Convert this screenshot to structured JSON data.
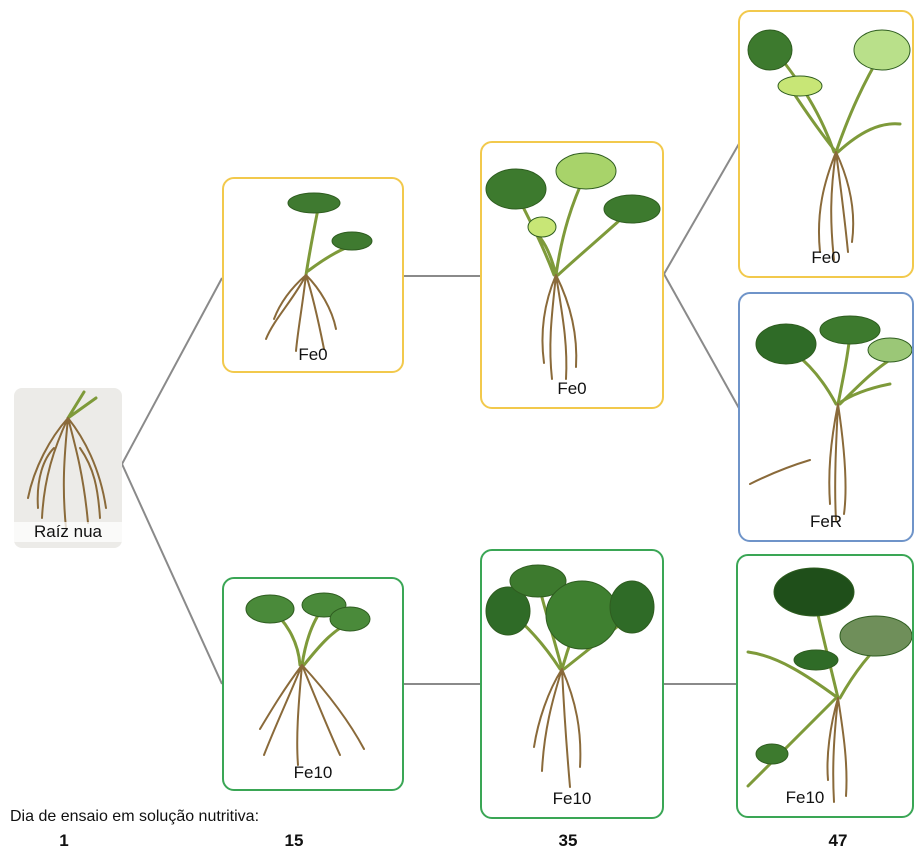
{
  "root_label": "Raíz nua",
  "labels": {
    "fe0": "Fe0",
    "fe10": "Fe10",
    "fer": "FeR"
  },
  "caption": "Dia de ensaio em solução nutritiva:",
  "days": [
    "1",
    "15",
    "35",
    "47"
  ],
  "colors": {
    "fe0_border": "#f2c94c",
    "fe10_border": "#3aa655",
    "fer_border": "#6f94c9",
    "connector": "#8a8a8a"
  }
}
